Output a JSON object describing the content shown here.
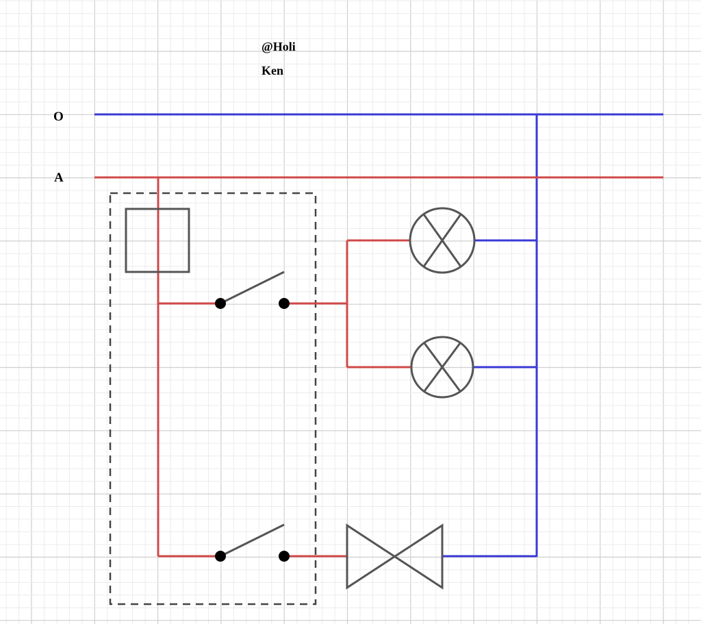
{
  "annotation": {
    "line1": "@Holi",
    "line2": "Ken"
  },
  "rails": {
    "neutral_label": "O",
    "phase_label": "A"
  },
  "colors": {
    "neutral_wire": "#3a3ad6",
    "phase_wire": "#d04848",
    "component_stroke": "#555555",
    "enclosure_stroke": "#444444",
    "grid_major": "#cfcfcf",
    "grid_minor": "#ececec",
    "background": "#ffffff"
  },
  "components": [
    {
      "type": "box",
      "description": "rectangle-component"
    },
    {
      "type": "switch",
      "description": "upper-switch"
    },
    {
      "type": "lamp",
      "description": "upper-lamp"
    },
    {
      "type": "lamp",
      "description": "lower-lamp"
    },
    {
      "type": "switch",
      "description": "lower-switch"
    },
    {
      "type": "bowtie",
      "description": "bowtie-component"
    }
  ]
}
